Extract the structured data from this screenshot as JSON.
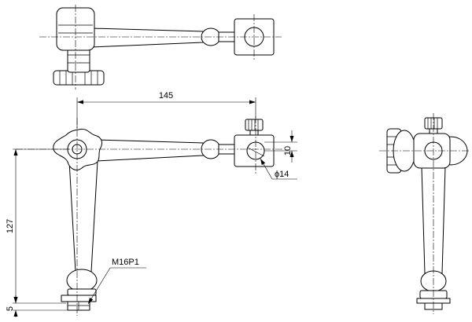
{
  "dimensions": {
    "arm_span": "145",
    "clamp_offset": "10",
    "bore_diameter": "ϕ14",
    "column_height": "127",
    "base_thickness": "5",
    "base_thread": "M16P1"
  }
}
